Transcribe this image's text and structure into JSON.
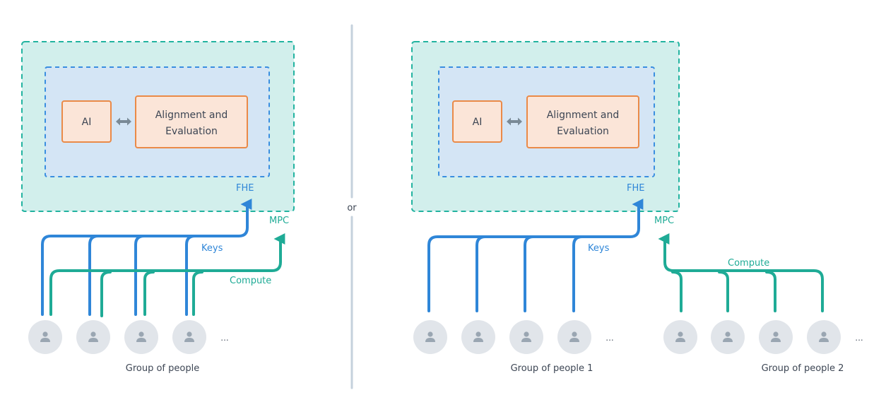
{
  "colors": {
    "mpc_fill": "#d2efec",
    "mpc_stroke": "#22b3a0",
    "fhe_fill": "#d4e5f5",
    "fhe_stroke": "#3a8ee0",
    "box_fill": "#fbe5d8",
    "box_stroke": "#ea8a48",
    "keys_line": "#2f86d8",
    "compute_line": "#1fab96",
    "avatar_fill": "#e1e5ea",
    "avatar_icon": "#9aa6b2",
    "divider": "#c5d1dc",
    "bidirectional_arrow": "#7a8a96"
  },
  "divider": {
    "label": "or"
  },
  "panels": [
    {
      "id": "left",
      "mpc_label": "MPC",
      "fhe_label": "FHE",
      "ai_label": "AI",
      "alignment_line1": "Alignment and",
      "alignment_line2": "Evaluation",
      "keys_label": "Keys",
      "compute_label": "Compute",
      "groups": [
        {
          "label": "Group of people",
          "member_count_shown": 4,
          "more": "..."
        }
      ]
    },
    {
      "id": "right",
      "mpc_label": "MPC",
      "fhe_label": "FHE",
      "ai_label": "AI",
      "alignment_line1": "Alignment and",
      "alignment_line2": "Evaluation",
      "keys_label": "Keys",
      "compute_label": "Compute",
      "groups": [
        {
          "label": "Group of people 1",
          "member_count_shown": 4,
          "more": "..."
        },
        {
          "label": "Group of people 2",
          "member_count_shown": 4,
          "more": "..."
        }
      ]
    }
  ]
}
